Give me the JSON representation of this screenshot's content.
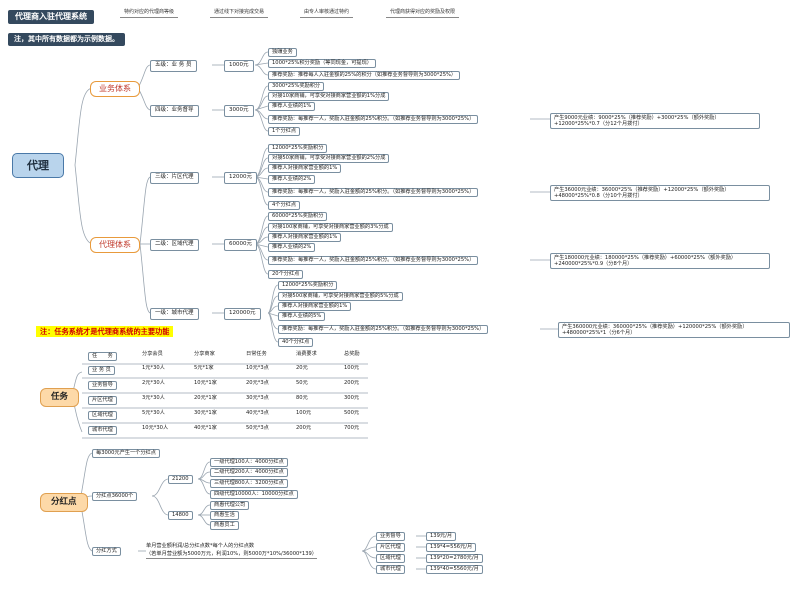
{
  "header": {
    "title": "代理商入驻代理系统",
    "tabs": [
      "特约对应的代理商等级",
      "通过线下对接完成交易",
      "由专人审核通过特约",
      "代理商获得对应的奖励及权限"
    ]
  },
  "note_top": "注，其中所有数据都为示例数据。",
  "note_task": "注：任务系统才是代理商系统的主要功能",
  "root": "代理",
  "business": {
    "label": "业务体系",
    "l5": {
      "label": "五级：业 务 员",
      "price": "1000元",
      "items": [
        "独赚业务",
        "1000*25%积分奖励（等同现金，可提现）",
        "推荐奖励：推荐每人入驻金额的25%的积分（如推荐业务督导则为3000*25%）"
      ]
    },
    "l4": {
      "label": "四级：业务督导",
      "price": "3000元",
      "items": [
        "3000*25%奖励积分",
        "对接10家商铺，可享受对接商家营业额的1%分成",
        "推荐人业绩的1%",
        "推荐奖励：每推荐一人，奖励入驻金额的25%积分。（如推荐业务督导则为3000*25%）",
        "1个分红点"
      ],
      "calc": "产生9000元业绩：9000*25%（推荐奖励）+3000*25%（额外奖励）+12000*25%*0.7（分12个月拨付）"
    }
  },
  "agent": {
    "label": "代理体系",
    "l3": {
      "label": "三级：片区代理",
      "price": "12000元",
      "items": [
        "12000*25%奖励积分",
        "对接50家商铺，可享受对接商家营业额的2%分成",
        "推荐人对接商家营业额的1%",
        "推荐人业绩的2%",
        "推荐奖励：每推荐一人，奖励入驻金额的25%积分。（如推荐业务督导则为3000*25%）",
        "4个分红点"
      ],
      "calc": "产生36000元业绩：36000*25%（推荐奖励）+12000*25%（额外奖励）+48000*25%*0.8（分10个月拨付）"
    },
    "l2": {
      "label": "二级：区域代理",
      "price": "60000元",
      "items": [
        "60000*25%奖励积分",
        "对接100家商铺，可享受对接商家营业额的3%分成",
        "推荐人对接商家营业额的1%",
        "推荐人业绩的2%",
        "推荐奖励：每推荐一人，奖励入驻金额的25%积分。（如推荐业务督导则为3000*25%）",
        "20个分红点"
      ],
      "calc": "产生180000元业绩：180000*25%（推荐奖励）+60000*25%（额外奖励）+240000*25%*0.9（分8个月）"
    },
    "l1": {
      "label": "一级：城市代理",
      "price": "120000元",
      "items": [
        "12000*25%奖励积分",
        "对接500家商铺，可享受对接商家营业额的5%分成",
        "推荐人对接商家营业额的1%",
        "推荐人业绩的5%",
        "推荐奖励：每推荐一人，奖励入驻金额的25%积分。（如推荐业务督导则为3000*25%）",
        "40个分红点"
      ],
      "calc": "产生360000元业绩：360000*25%（推荐奖励）+120000*25%（额外奖励）+480000*25%*1（分6个月）"
    }
  },
  "task": {
    "label": "任务",
    "headers": [
      "任　　务",
      "分享会员",
      "分享商家",
      "日常任务",
      "消费要求",
      "总奖励"
    ],
    "rows": [
      [
        "业 务 员",
        "1元*30人",
        "5元*1家",
        "10元*3点",
        "20元",
        "100元"
      ],
      [
        "业务督导",
        "2元*30人",
        "10元*1家",
        "20元*3点",
        "50元",
        "200元"
      ],
      [
        "片区代理",
        "3元*30人",
        "20元*1家",
        "30元*3点",
        "80元",
        "300元"
      ],
      [
        "区域代理",
        "5元*30人",
        "30元*1家",
        "40元*3点",
        "100元",
        "500元"
      ],
      [
        "城市代理",
        "10元*30人",
        "40元*1家",
        "50元*3点",
        "200元",
        "700元"
      ]
    ]
  },
  "dividend": {
    "label": "分红点",
    "rule": "每3000元产生一个分红点",
    "total": "分红点36000个",
    "g1": {
      "count": "21200",
      "items": [
        "一级代理100人：4000分红点",
        "二级代理200人：4000分红点",
        "三级代理800人：3200分红点",
        "四级代理10000人：10000分红点"
      ]
    },
    "g2": {
      "count": "14800",
      "items": [
        "商惠代理公司",
        "商惠生活",
        "商惠员工"
      ]
    },
    "method": {
      "label": "分红方式",
      "formula1": "单月营业额利润/总分红点数*每个人的分红点数",
      "formula2": "（若单月营业额为5000万元，利润10%，则5000万*10%/36000*139）",
      "rows": [
        [
          "业务督导",
          "139元/月"
        ],
        [
          "片区代理",
          "139*4=556元/月"
        ],
        [
          "区域代理",
          "139*20=2780元/月"
        ],
        [
          "城市代理",
          "139*40=5560元/月"
        ]
      ]
    }
  }
}
